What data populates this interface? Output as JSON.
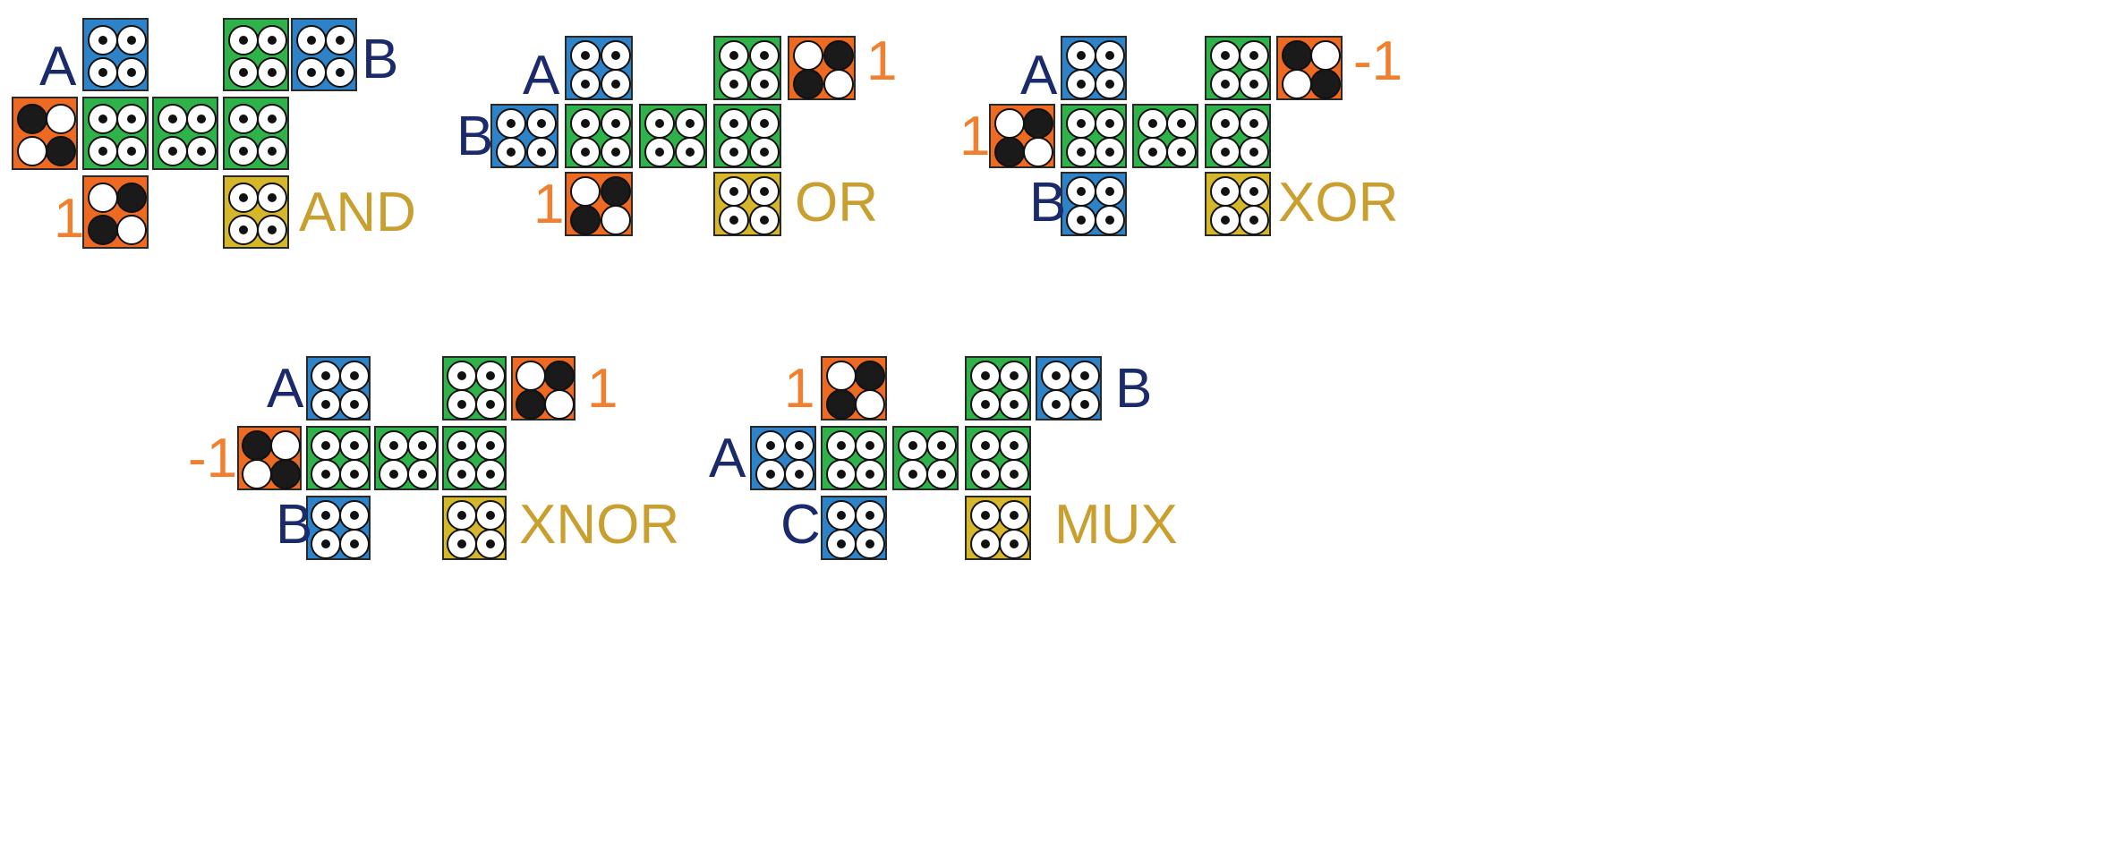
{
  "colors": {
    "input_block": "#2e82c8",
    "logic_block": "#2fb24a",
    "constant_block": "#ee6a22",
    "output_block": "#d6b62a",
    "input_label": "#1b2a6b",
    "constant_label": "#f08030",
    "output_label": "#c9a030"
  },
  "gates": [
    {
      "name": "AND",
      "labels": {
        "in1": "A",
        "in2": "B",
        "const": "1"
      },
      "blocks": [
        {
          "role": "input",
          "holes": "open"
        },
        {
          "role": "logic",
          "holes": "open"
        },
        {
          "role": "input",
          "holes": "open"
        },
        {
          "role": "constant",
          "holes": "diag-main"
        },
        {
          "role": "logic",
          "holes": "open"
        },
        {
          "role": "logic",
          "holes": "open"
        },
        {
          "role": "logic",
          "holes": "open"
        },
        {
          "role": "constant",
          "holes": "diag-anti"
        },
        {
          "role": "output",
          "holes": "open"
        }
      ]
    },
    {
      "name": "OR",
      "labels": {
        "in1": "A",
        "in2": "B",
        "const1": "1",
        "const2": "1"
      },
      "blocks": [
        {
          "role": "input",
          "holes": "open"
        },
        {
          "role": "logic",
          "holes": "open"
        },
        {
          "role": "constant",
          "holes": "diag-anti"
        },
        {
          "role": "input",
          "holes": "open"
        },
        {
          "role": "logic",
          "holes": "open"
        },
        {
          "role": "logic",
          "holes": "open"
        },
        {
          "role": "logic",
          "holes": "open"
        },
        {
          "role": "constant",
          "holes": "diag-anti"
        },
        {
          "role": "output",
          "holes": "open"
        }
      ]
    },
    {
      "name": "XOR",
      "labels": {
        "in1": "A",
        "in2": "B",
        "const1": "-1",
        "const2": "1"
      },
      "blocks": [
        {
          "role": "input",
          "holes": "open"
        },
        {
          "role": "logic",
          "holes": "open"
        },
        {
          "role": "constant",
          "holes": "diag-main"
        },
        {
          "role": "constant",
          "holes": "diag-anti"
        },
        {
          "role": "logic",
          "holes": "open"
        },
        {
          "role": "logic",
          "holes": "open"
        },
        {
          "role": "logic",
          "holes": "open"
        },
        {
          "role": "input",
          "holes": "open"
        },
        {
          "role": "output",
          "holes": "open"
        }
      ]
    },
    {
      "name": "XNOR",
      "labels": {
        "in1": "A",
        "in2": "B",
        "const1": "1",
        "const2": "-1"
      },
      "blocks": [
        {
          "role": "input",
          "holes": "open"
        },
        {
          "role": "logic",
          "holes": "open"
        },
        {
          "role": "constant",
          "holes": "diag-anti"
        },
        {
          "role": "constant",
          "holes": "diag-main"
        },
        {
          "role": "logic",
          "holes": "open"
        },
        {
          "role": "logic",
          "holes": "open"
        },
        {
          "role": "logic",
          "holes": "open"
        },
        {
          "role": "input",
          "holes": "open"
        },
        {
          "role": "output",
          "holes": "open"
        }
      ]
    },
    {
      "name": "MUX",
      "labels": {
        "const": "1",
        "in_b": "B",
        "in_a": "A",
        "in_c": "C"
      },
      "blocks": [
        {
          "role": "constant",
          "holes": "diag-anti"
        },
        {
          "role": "logic",
          "holes": "open"
        },
        {
          "role": "input",
          "holes": "open"
        },
        {
          "role": "input",
          "holes": "open"
        },
        {
          "role": "logic",
          "holes": "open"
        },
        {
          "role": "logic",
          "holes": "open"
        },
        {
          "role": "logic",
          "holes": "open"
        },
        {
          "role": "input",
          "holes": "open"
        },
        {
          "role": "output",
          "holes": "open"
        }
      ]
    }
  ]
}
